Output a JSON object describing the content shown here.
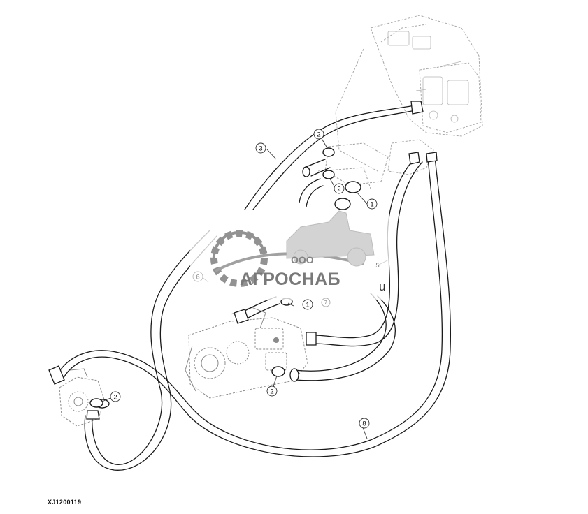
{
  "figure_id": "XJ1200119",
  "callouts": [
    {
      "id": "c1a",
      "label": "1"
    },
    {
      "id": "c1b",
      "label": "1"
    },
    {
      "id": "c2a",
      "label": "2"
    },
    {
      "id": "c2b",
      "label": "2"
    },
    {
      "id": "c2c",
      "label": "2"
    },
    {
      "id": "c2d",
      "label": "2"
    },
    {
      "id": "c3",
      "label": "3"
    },
    {
      "id": "c5",
      "label": "5"
    },
    {
      "id": "c6",
      "label": "6"
    },
    {
      "id": "c7",
      "label": "7"
    },
    {
      "id": "c8",
      "label": "8"
    }
  ],
  "watermark": {
    "company_prefix": "ООО",
    "company_name": "АГРОСНАБ",
    "suffix": "u"
  },
  "colors": {
    "line": "#1a1a1a",
    "faint_line": "#9a9a9a",
    "watermark_gray": "#7d7d7d",
    "watermark_light": "#c9c9c9"
  }
}
